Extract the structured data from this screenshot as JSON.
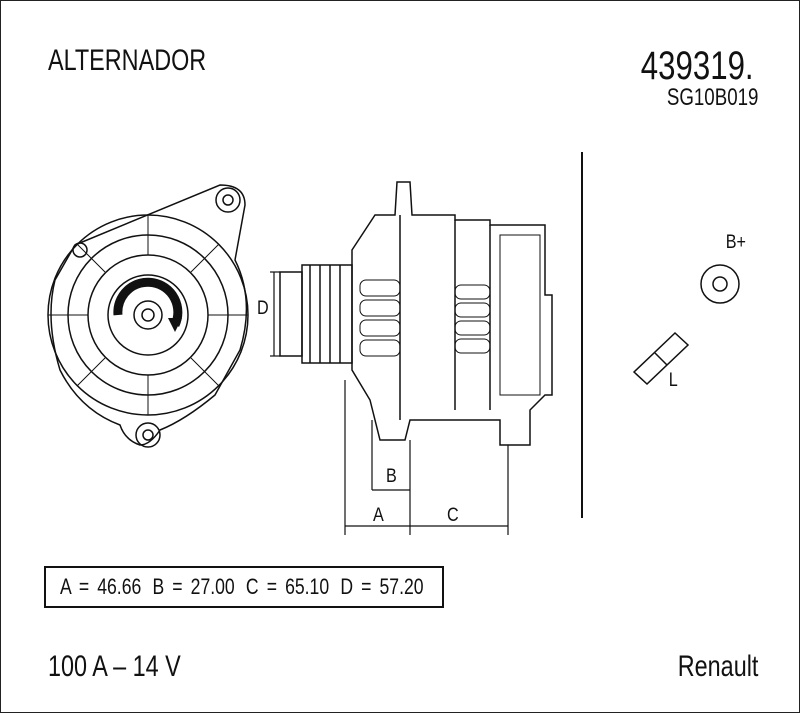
{
  "header": {
    "title": "ALTERNADOR",
    "part_number": "439319.",
    "reference_code": "SG10B019"
  },
  "dimensions": {
    "a": "A = 46.66",
    "b": "B = 27.00",
    "c": "C = 65.10",
    "d": "D = 57.20"
  },
  "drawing_labels": {
    "a": "A",
    "b": "B",
    "c": "C",
    "d": "D",
    "b_plus": "B+",
    "l": "L"
  },
  "footer": {
    "rating": "100 A – 14 V",
    "brand": "Renault"
  }
}
